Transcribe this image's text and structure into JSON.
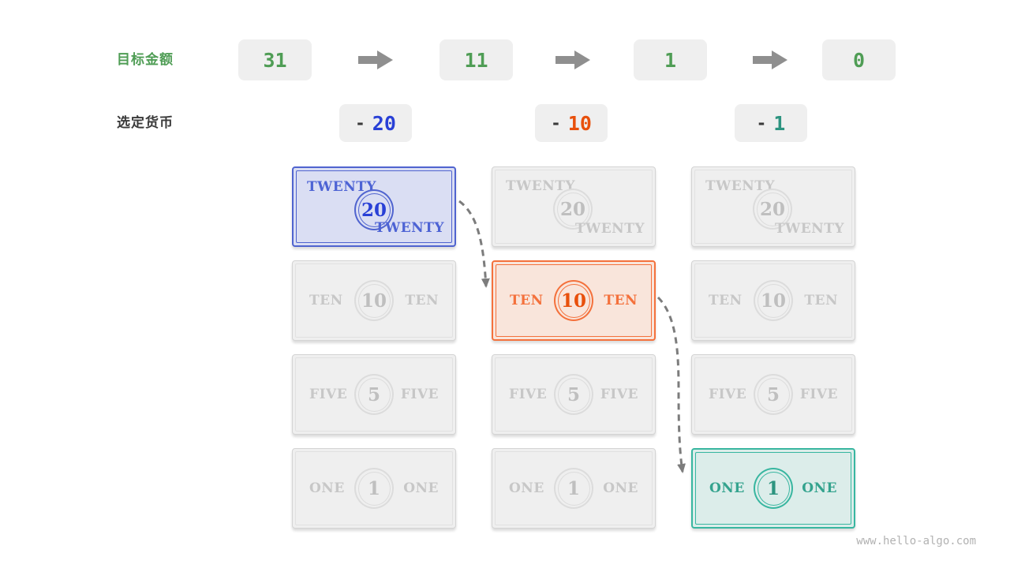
{
  "header": {
    "row1_label": "目标金额",
    "row2_label": "选定货币",
    "amounts": [
      "31",
      "11",
      "1",
      "0"
    ],
    "picks": [
      {
        "dash": "-",
        "value": "20",
        "theme": "blue"
      },
      {
        "dash": "-",
        "value": "10",
        "theme": "orange"
      },
      {
        "dash": "-",
        "value": "1",
        "theme": "teal"
      }
    ]
  },
  "grid": {
    "rows": [
      {
        "word": "TWENTY",
        "num": "20"
      },
      {
        "word": "TEN",
        "num": "10"
      },
      {
        "word": "FIVE",
        "num": "5"
      },
      {
        "word": "ONE",
        "num": "1"
      }
    ],
    "highlights": [
      {
        "row": 0,
        "col": 0,
        "theme": "blue"
      },
      {
        "row": 1,
        "col": 1,
        "theme": "orange"
      },
      {
        "row": 3,
        "col": 2,
        "theme": "teal"
      }
    ]
  },
  "colors": {
    "green": "#4f9d55",
    "blue_number": "#2940d6",
    "blue_border": "#5064cf",
    "orange_number": "#e8500c",
    "orange_border": "#f4713c",
    "teal_number": "#2d9480",
    "teal_border": "#38b6a0",
    "gray_note_fill": "#efefef",
    "box_fill": "#efefef",
    "block_arrow": "#8f8f8f",
    "dashed_arrow": "#7c7c7c",
    "watermark": "#b2b2b2"
  },
  "watermark": "www.hello-algo.com"
}
